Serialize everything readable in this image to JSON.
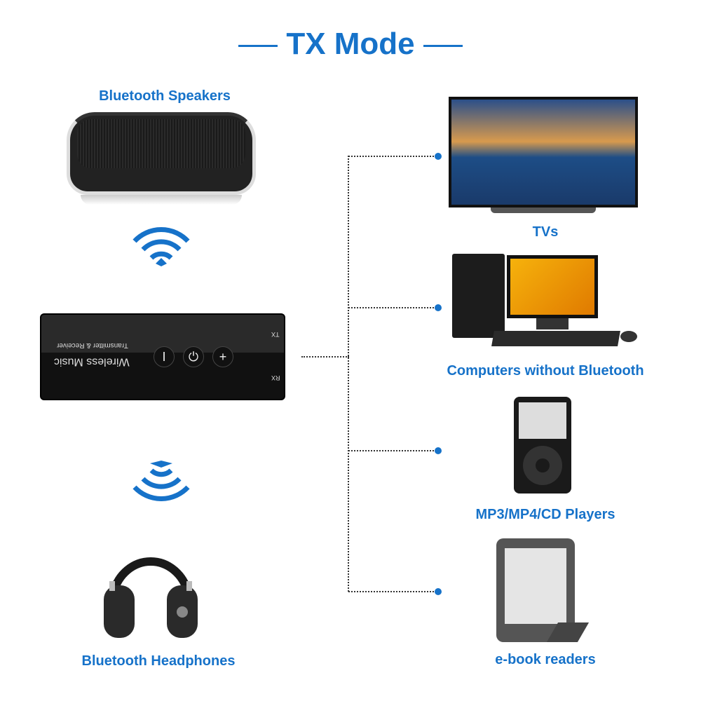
{
  "title": "TX Mode",
  "left": {
    "speakers_label": "Bluetooth Speakers",
    "headphones_label": "Bluetooth Headphones"
  },
  "device": {
    "name": "Wireless Music",
    "subtitle": "Transmitter & Receiver",
    "tx": "TX",
    "rx": "RX",
    "buttons": [
      "I",
      "⏻",
      "+"
    ]
  },
  "targets": [
    {
      "label": "TVs",
      "icon": "tv-icon"
    },
    {
      "label": "Computers without Bluetooth",
      "icon": "computer-icon"
    },
    {
      "label": "MP3/MP4/CD Players",
      "icon": "mp3-player-icon"
    },
    {
      "label": "e-book readers",
      "icon": "ebook-reader-icon"
    }
  ],
  "colors": {
    "accent": "#1672c9"
  }
}
